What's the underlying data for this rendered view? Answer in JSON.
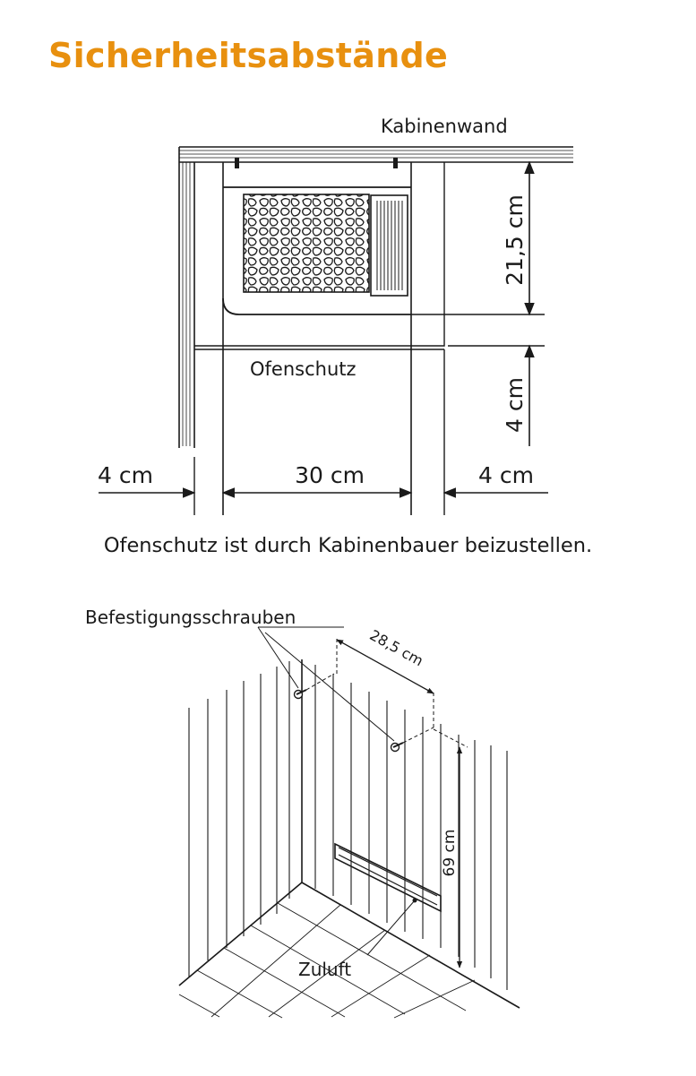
{
  "title": "Sicherheitsabstände",
  "colors": {
    "accent": "#e8900f",
    "line": "#1a1a1a"
  },
  "top_diagram": {
    "wall_label": "Kabinenwand",
    "guard_label": "Ofenschutz",
    "dim_height": "21,5 cm",
    "dim_guard": "4 cm",
    "dim_left": "4 cm",
    "dim_width": "30 cm",
    "dim_right": "4 cm"
  },
  "caption": "Ofenschutz ist durch Kabinenbauer beizustellen.",
  "bottom_diagram": {
    "screws_label": "Befestigungsschrauben",
    "dim_screw_spacing": "28,5 cm",
    "dim_height": "69 cm",
    "vent_label": "Zuluft"
  }
}
